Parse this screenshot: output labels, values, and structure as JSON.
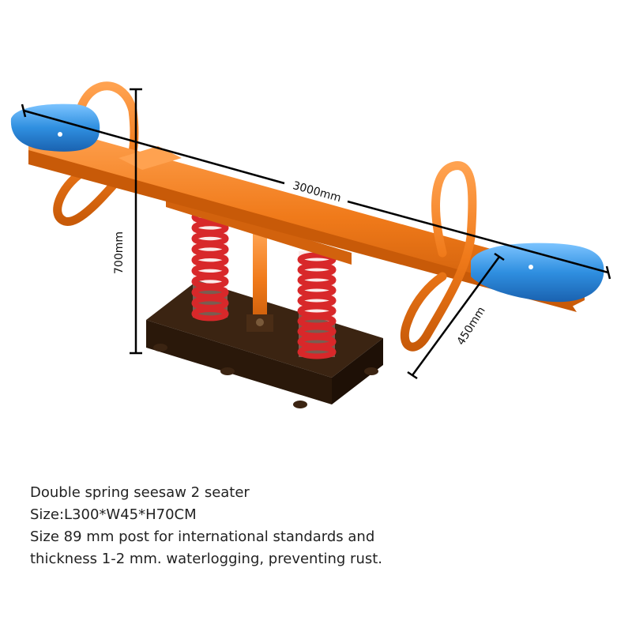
{
  "dimensions": {
    "length": "3000mm",
    "height": "700mm",
    "width": "450mm"
  },
  "description": [
    "Double spring seesaw 2 seater",
    "Size:L300*W45*H70CM",
    "Size 89 mm post for international standards and",
    "thickness 1-2 mm. waterlogging, preventing rust."
  ],
  "colors": {
    "frame": "#f07a1a",
    "seat": "#2f8fe0",
    "spring": "#d8282a",
    "base": "#3b2412"
  }
}
